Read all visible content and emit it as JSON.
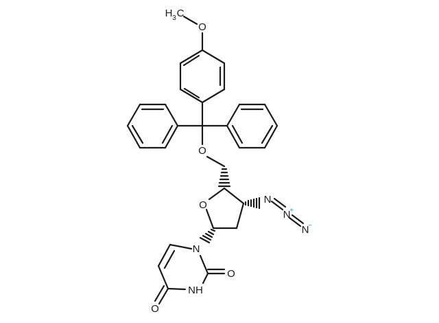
{
  "atoms": {
    "o_methoxy": "O",
    "ch3": "H",
    "ch3_sub": "3",
    "ch3_c": "C",
    "o_trityl": "O",
    "o_ring": "O",
    "n_azide1": "N",
    "n_azide2": "N",
    "n_azide2_charge": "+",
    "n_azide3": "N",
    "n_azide3_charge": "−",
    "n1_uracil": "N",
    "o_c2": "O",
    "nh": "NH",
    "o_c4": "O"
  },
  "colors": {
    "bond": "#1a1a1a",
    "charge": "#1a9fd5"
  }
}
